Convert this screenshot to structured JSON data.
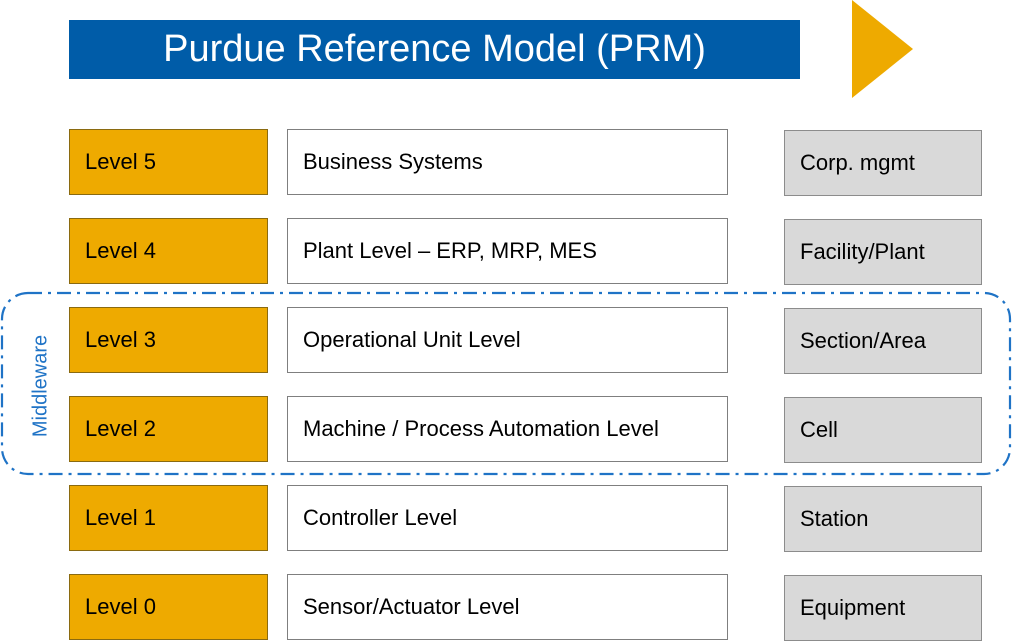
{
  "title": "Purdue Reference Model (PRM)",
  "colors": {
    "title_bg": "#005ca8",
    "level_bg": "#eeaa00",
    "arrow": "#eeaa00",
    "scope_bg": "#d9d9d9",
    "middleware": "#1f73c6"
  },
  "middleware_label": "Middleware",
  "rows": [
    {
      "level": "Level 5",
      "description": "Business Systems",
      "scope": "Corp. mgmt"
    },
    {
      "level": "Level 4",
      "description": "Plant Level – ERP, MRP, MES",
      "scope": "Facility/Plant"
    },
    {
      "level": "Level 3",
      "description": "Operational Unit Level",
      "scope": "Section/Area"
    },
    {
      "level": "Level 2",
      "description": "Machine / Process Automation Level",
      "scope": "Cell"
    },
    {
      "level": "Level 1",
      "description": "Controller Level",
      "scope": "Station"
    },
    {
      "level": "Level 0",
      "description": "Sensor/Actuator Level",
      "scope": "Equipment"
    }
  ]
}
